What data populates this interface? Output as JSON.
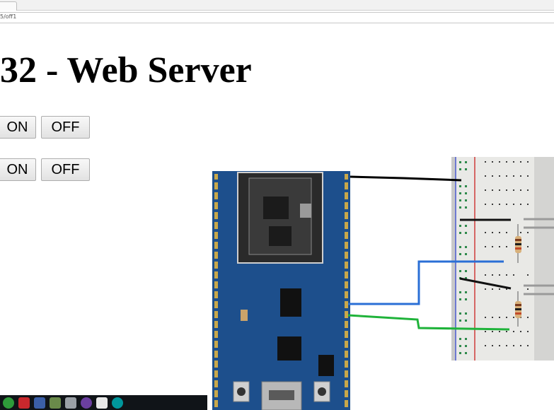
{
  "browser": {
    "url_fragment": "5/off1"
  },
  "page": {
    "title": "32 - Web Server"
  },
  "controls": [
    {
      "on_label": "ON",
      "off_label": "OFF"
    },
    {
      "on_label": "ON",
      "off_label": "OFF"
    }
  ],
  "taskbar": {
    "icons": [
      "chrome-icon",
      "filezilla-icon",
      "network-icon",
      "app-icon",
      "app-icon-2",
      "media-icon",
      "mail-icon",
      "arduino-icon"
    ],
    "colors": [
      "#2e9b3a",
      "#c9282d",
      "#3b5fa8",
      "#6a8a4a",
      "#9aa0a6",
      "#6b3fa0",
      "#e8e8e8",
      "#00979c"
    ]
  },
  "photo": {
    "board_color": "#1d4f8c",
    "wire_colors": [
      "#000000",
      "#2a6fd6",
      "#1fb33a"
    ]
  }
}
